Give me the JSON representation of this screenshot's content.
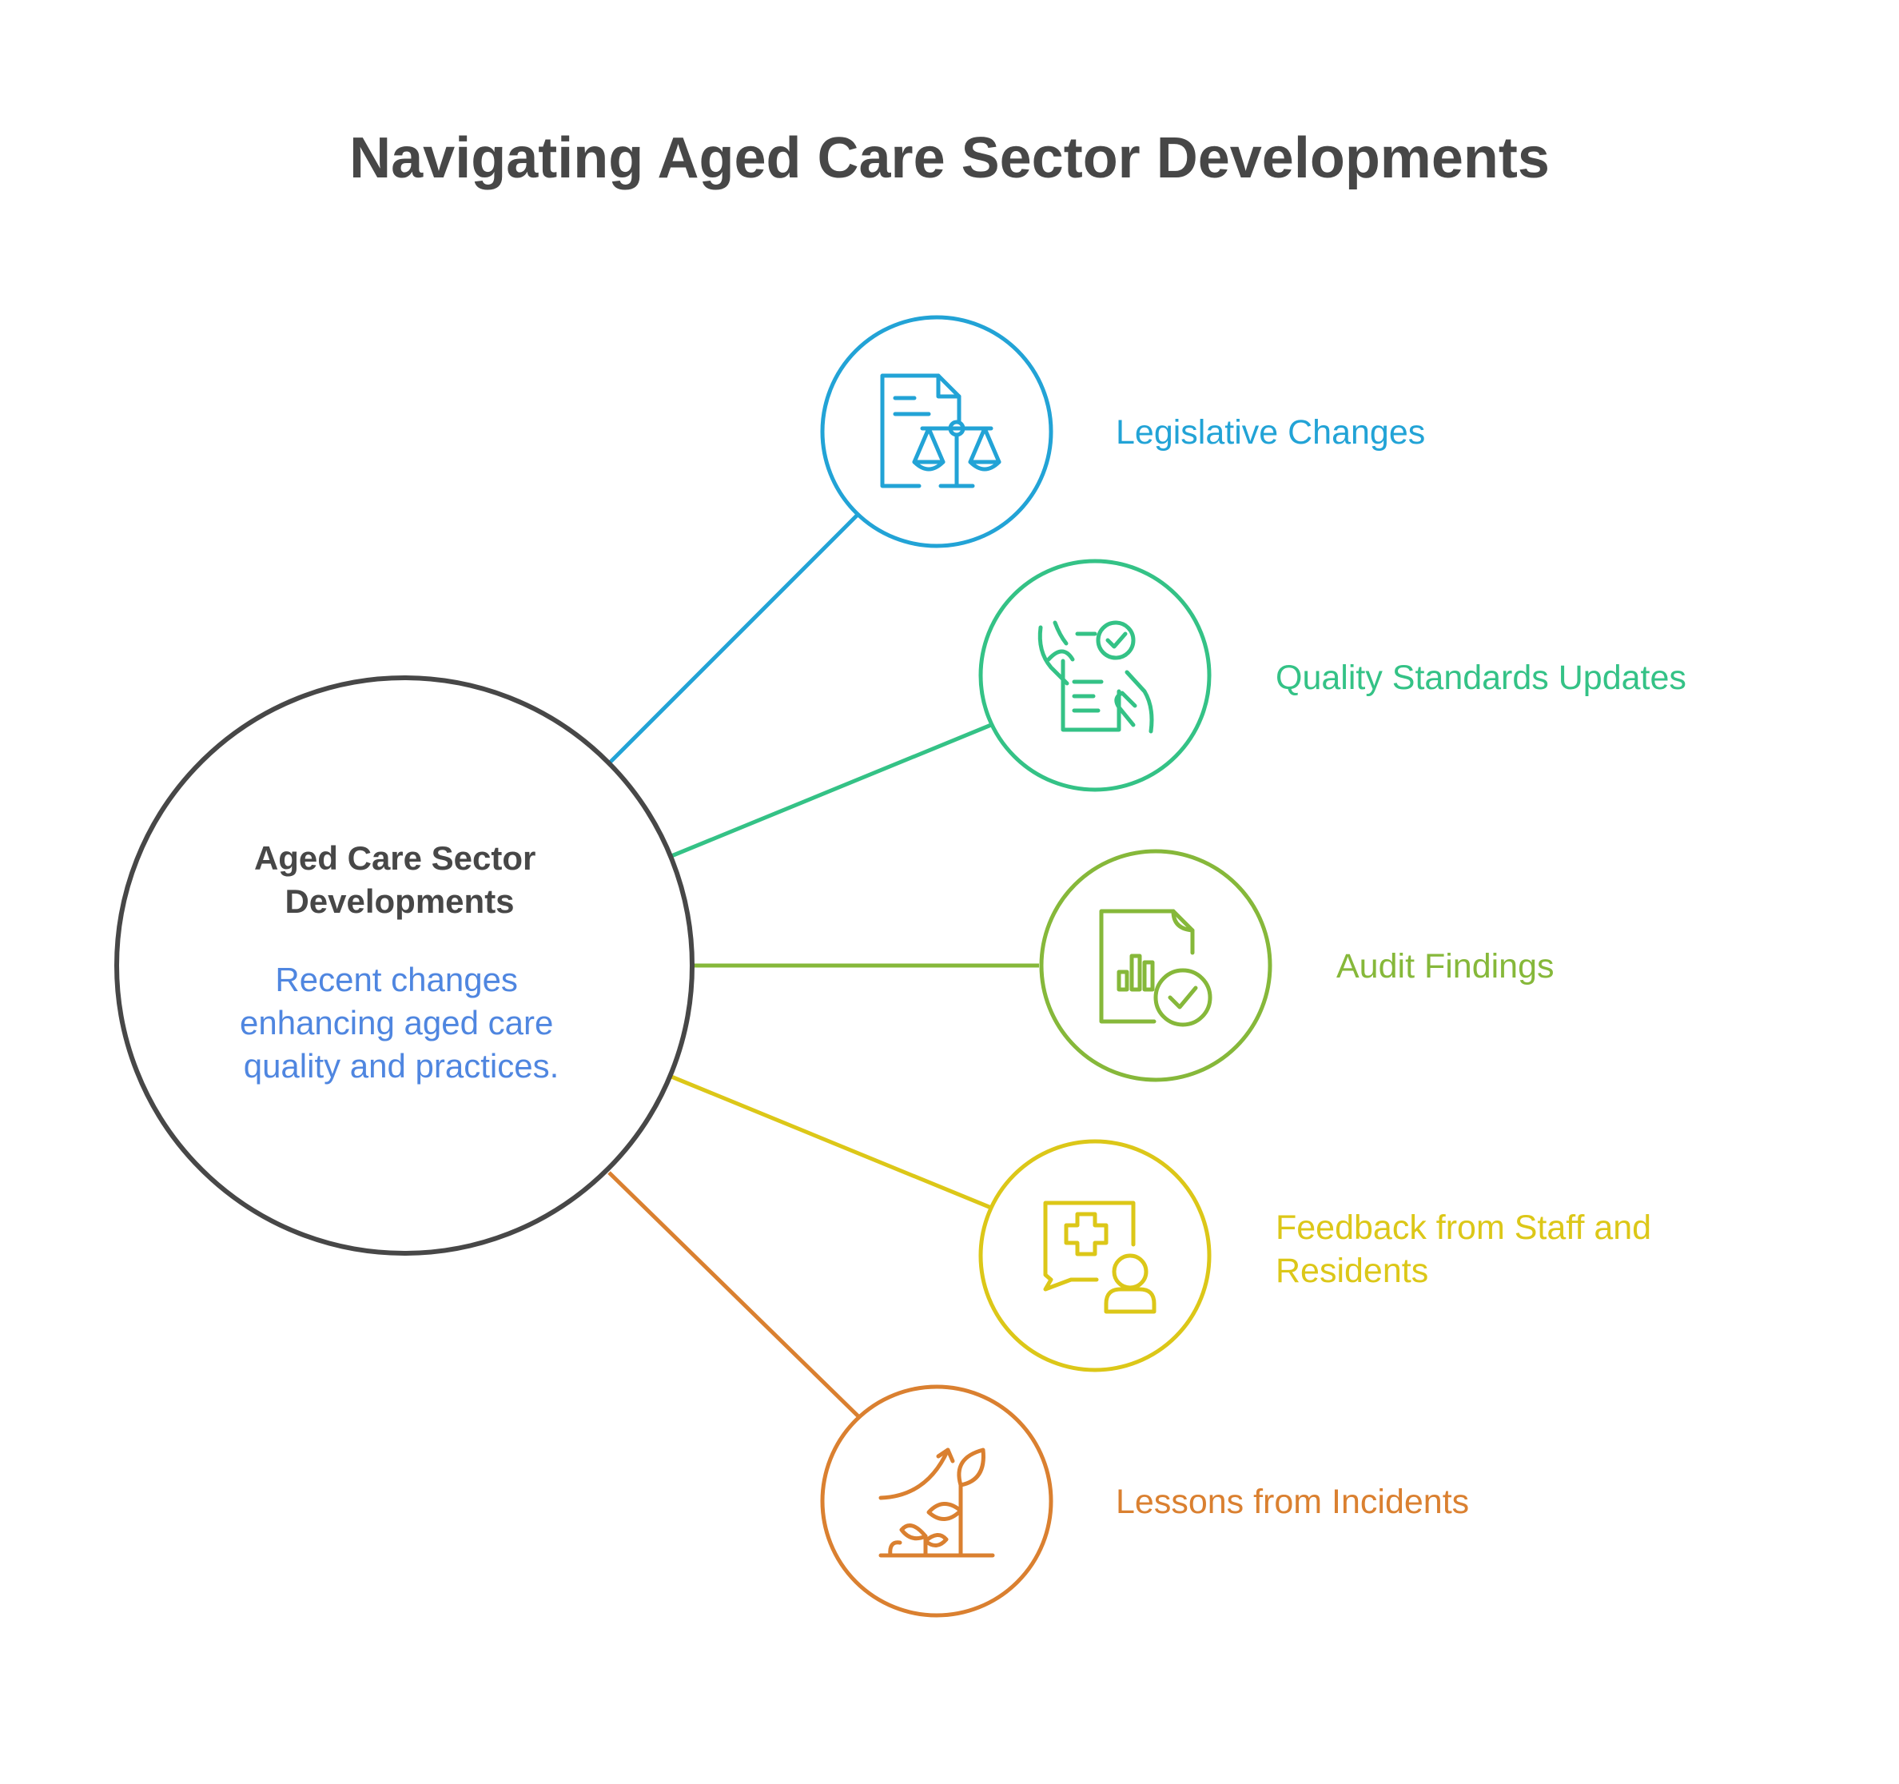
{
  "title": "Navigating Aged Care Sector Developments",
  "hub": {
    "title_lines": [
      "Aged Care Sector",
      "Developments"
    ],
    "description_lines": [
      "Recent changes",
      "enhancing aged care",
      "quality and practices."
    ],
    "border_color": "#474747",
    "description_color": "#4f86e0"
  },
  "branches": [
    {
      "lines": [
        "Legislative Changes"
      ],
      "color": "#22a3d6",
      "icon": "legal-document-scales-icon"
    },
    {
      "lines": [
        "Quality Standards Updates"
      ],
      "color": "#34c286",
      "icon": "document-checkmark-hands-icon"
    },
    {
      "lines": [
        "Audit Findings"
      ],
      "color": "#86b83a",
      "icon": "bar-chart-document-check-icon"
    },
    {
      "lines": [
        "Feedback from Staff and",
        "Residents"
      ],
      "color": "#dcc718",
      "icon": "medical-chat-person-icon"
    },
    {
      "lines": [
        "Lessons from Incidents"
      ],
      "color": "#da8030",
      "icon": "growing-plant-arrow-icon"
    }
  ]
}
